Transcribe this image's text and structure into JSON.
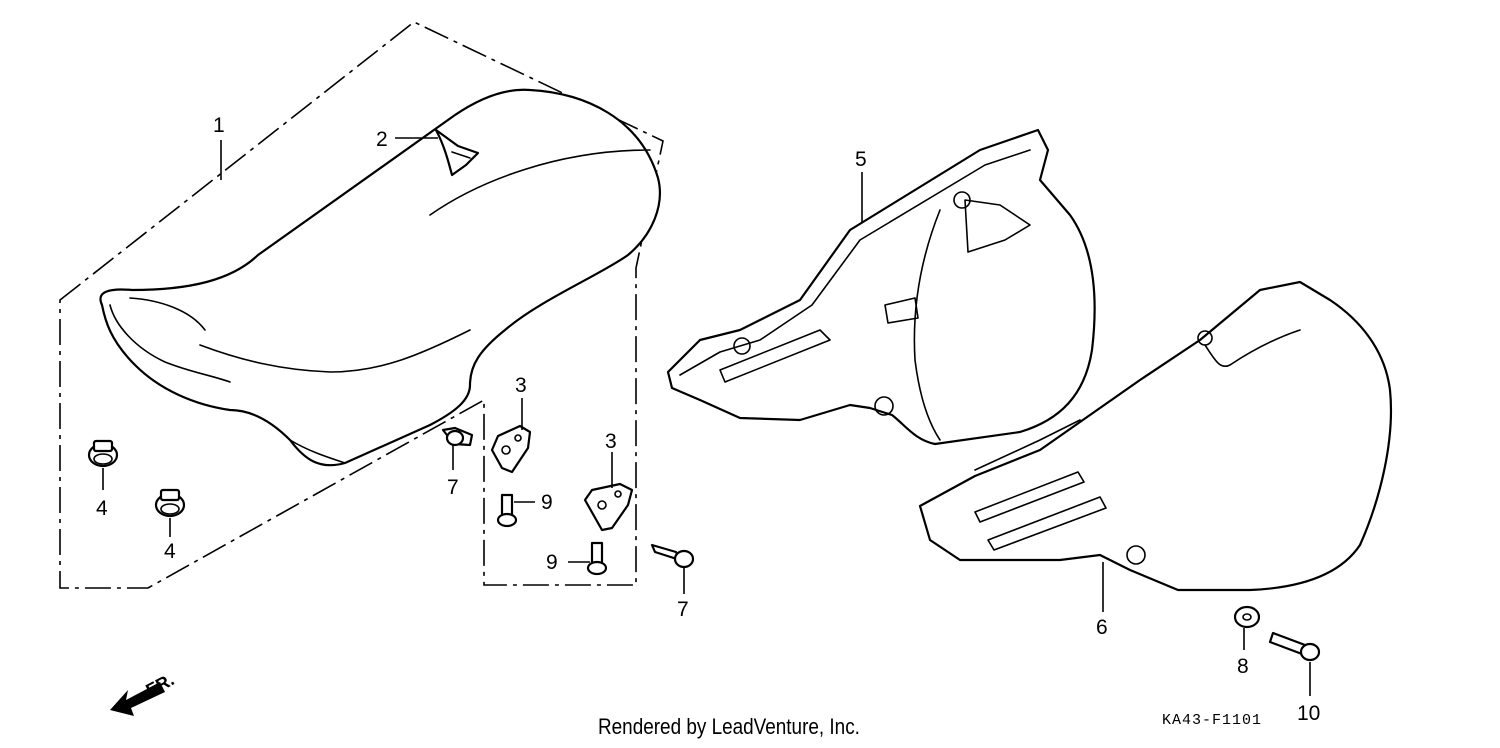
{
  "callouts": [
    {
      "label": "1"
    },
    {
      "label": "2"
    },
    {
      "label": "3"
    },
    {
      "label": "3"
    },
    {
      "label": "4"
    },
    {
      "label": "4"
    },
    {
      "label": "5"
    },
    {
      "label": "6"
    },
    {
      "label": "7"
    },
    {
      "label": "7"
    },
    {
      "label": "8"
    },
    {
      "label": "9"
    },
    {
      "label": "9"
    },
    {
      "label": "10"
    }
  ],
  "front_marker": "FR.",
  "credit": "Rendered by LeadVenture, Inc.",
  "diagram_code": "KA43-F1101",
  "colors": {
    "line": "#000000",
    "background": "#ffffff"
  }
}
